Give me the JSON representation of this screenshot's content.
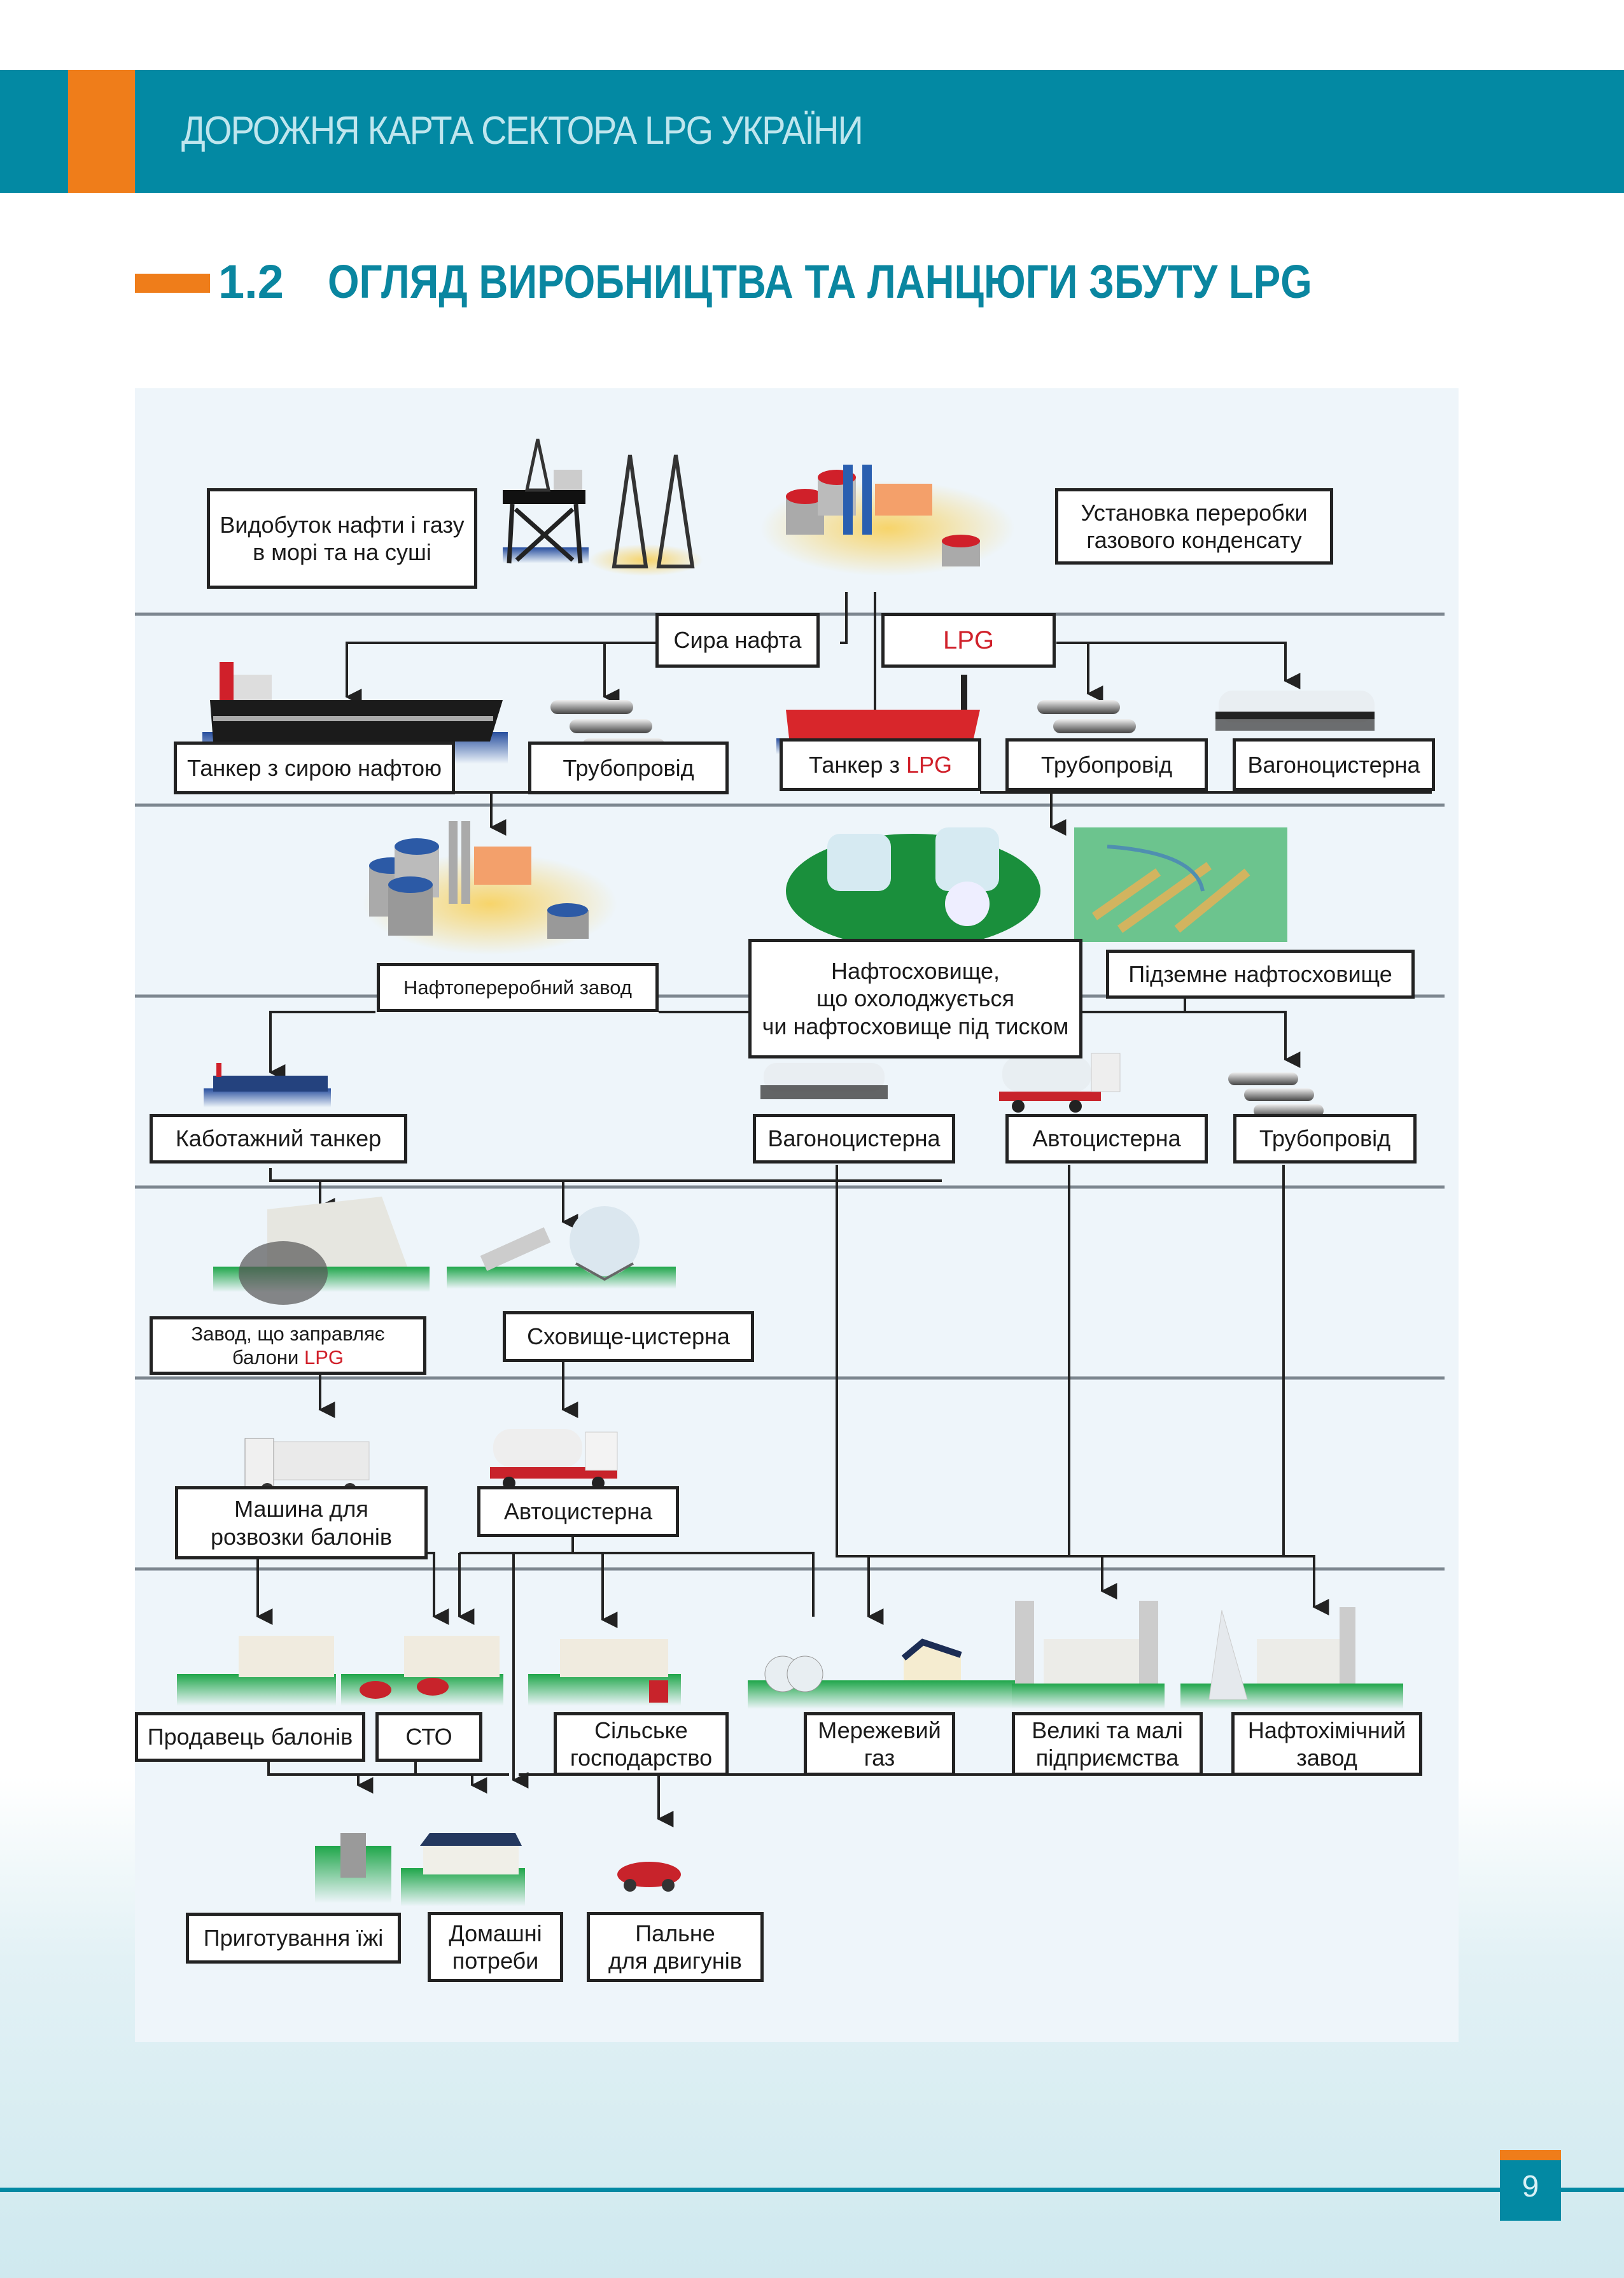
{
  "header": {
    "running_title": "ДОРОЖНЯ КАРТА СЕКТОРА LPG УКРАЇНИ"
  },
  "section": {
    "number": "1.2",
    "title": "ОГЛЯД ВИРОБНИЦТВА ТА ЛАНЦЮГИ ЗБУТУ LPG"
  },
  "colors": {
    "brand_teal": "#0389a3",
    "accent_orange": "#ef7d1a",
    "lpg_red": "#d0202a"
  },
  "diagram": {
    "tier1": {
      "extraction": "Видобуток нафти і газу\nв морі та на суші",
      "condensate_plant": "Установка переробки\nгазового конденсату",
      "crude_oil": "Сира нафта",
      "lpg": "LPG"
    },
    "tier2": {
      "crude_tanker": "Танкер з сирою нафтою",
      "pipeline_1": "Трубопровід",
      "lpg_tanker_prefix": "Танкер з ",
      "lpg_tanker_suffix": "LPG",
      "pipeline_2": "Трубопровід",
      "rail_tank_1": "Вагоноцистерна"
    },
    "tier3": {
      "refinery": "Нафтопереробний завод",
      "storage": "Нафтосховище,\nщо охолоджується\nчи нафтосховище під тиском",
      "underground_storage": "Підземне нафтосховище"
    },
    "tier4": {
      "coastal_tanker": "Каботажний танкер",
      "rail_tank_2": "Вагоноцистерна",
      "road_tanker_1": "Автоцистерна",
      "pipeline_3": "Трубопровід"
    },
    "tier5": {
      "bottling_plant_prefix": "Завод, що заправляє\nбалони ",
      "bottling_plant_suffix": "LPG",
      "storage_tank": "Сховище-цистерна"
    },
    "tier6": {
      "cylinder_truck": "Машина для\nрозвозки балонів",
      "road_tanker_2": "Автоцистерна"
    },
    "tier7": {
      "cylinder_seller": "Продавець балонів",
      "service_station": "СТО",
      "agriculture": "Сільське\nгосподарство",
      "grid_gas": "Мережевий\nгаз",
      "enterprises": "Великі та малі\nпідприємства",
      "petrochemical": "Нафтохімічний\nзавод"
    },
    "tier8": {
      "cooking": "Приготування їжі",
      "household": "Домашні\nпотреби",
      "motor_fuel": "Пальне\nдля двигунів"
    }
  },
  "footer": {
    "page_number": "9"
  }
}
